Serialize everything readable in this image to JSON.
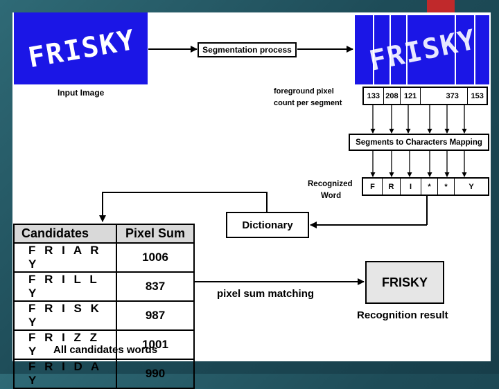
{
  "input_image": {
    "word_drawn": "FRISKY",
    "caption": "Input Image",
    "color": "#1b16e6"
  },
  "segmentation": {
    "label": "Segmentation process",
    "pixel_caption_line1": "foreground pixel",
    "pixel_caption_line2": "count per segment",
    "counts": [
      "133",
      "208",
      "121",
      "373",
      "153"
    ]
  },
  "mapping": {
    "label": "Segments to Characters Mapping"
  },
  "recognized": {
    "caption_line1": "Recognized",
    "caption_line2": "Word",
    "chars": [
      "F",
      "R",
      "I",
      "*",
      "*",
      "Y"
    ]
  },
  "dictionary": {
    "label": "Dictionary"
  },
  "candidates": {
    "header_word": "Candidates",
    "header_sum": "Pixel Sum",
    "rows": [
      {
        "word": "F R I A R Y",
        "sum": "1006"
      },
      {
        "word": "F R I L L Y",
        "sum": "837"
      },
      {
        "word": "F R I S K Y",
        "sum": "987"
      },
      {
        "word": "F R I Z Z Y",
        "sum": "1001"
      },
      {
        "word": "F R I D A Y",
        "sum": "990"
      }
    ],
    "caption": "All candidates words"
  },
  "matching": {
    "label": "pixel sum matching"
  },
  "result": {
    "value": "FRISKY",
    "caption": "Recognition result"
  }
}
